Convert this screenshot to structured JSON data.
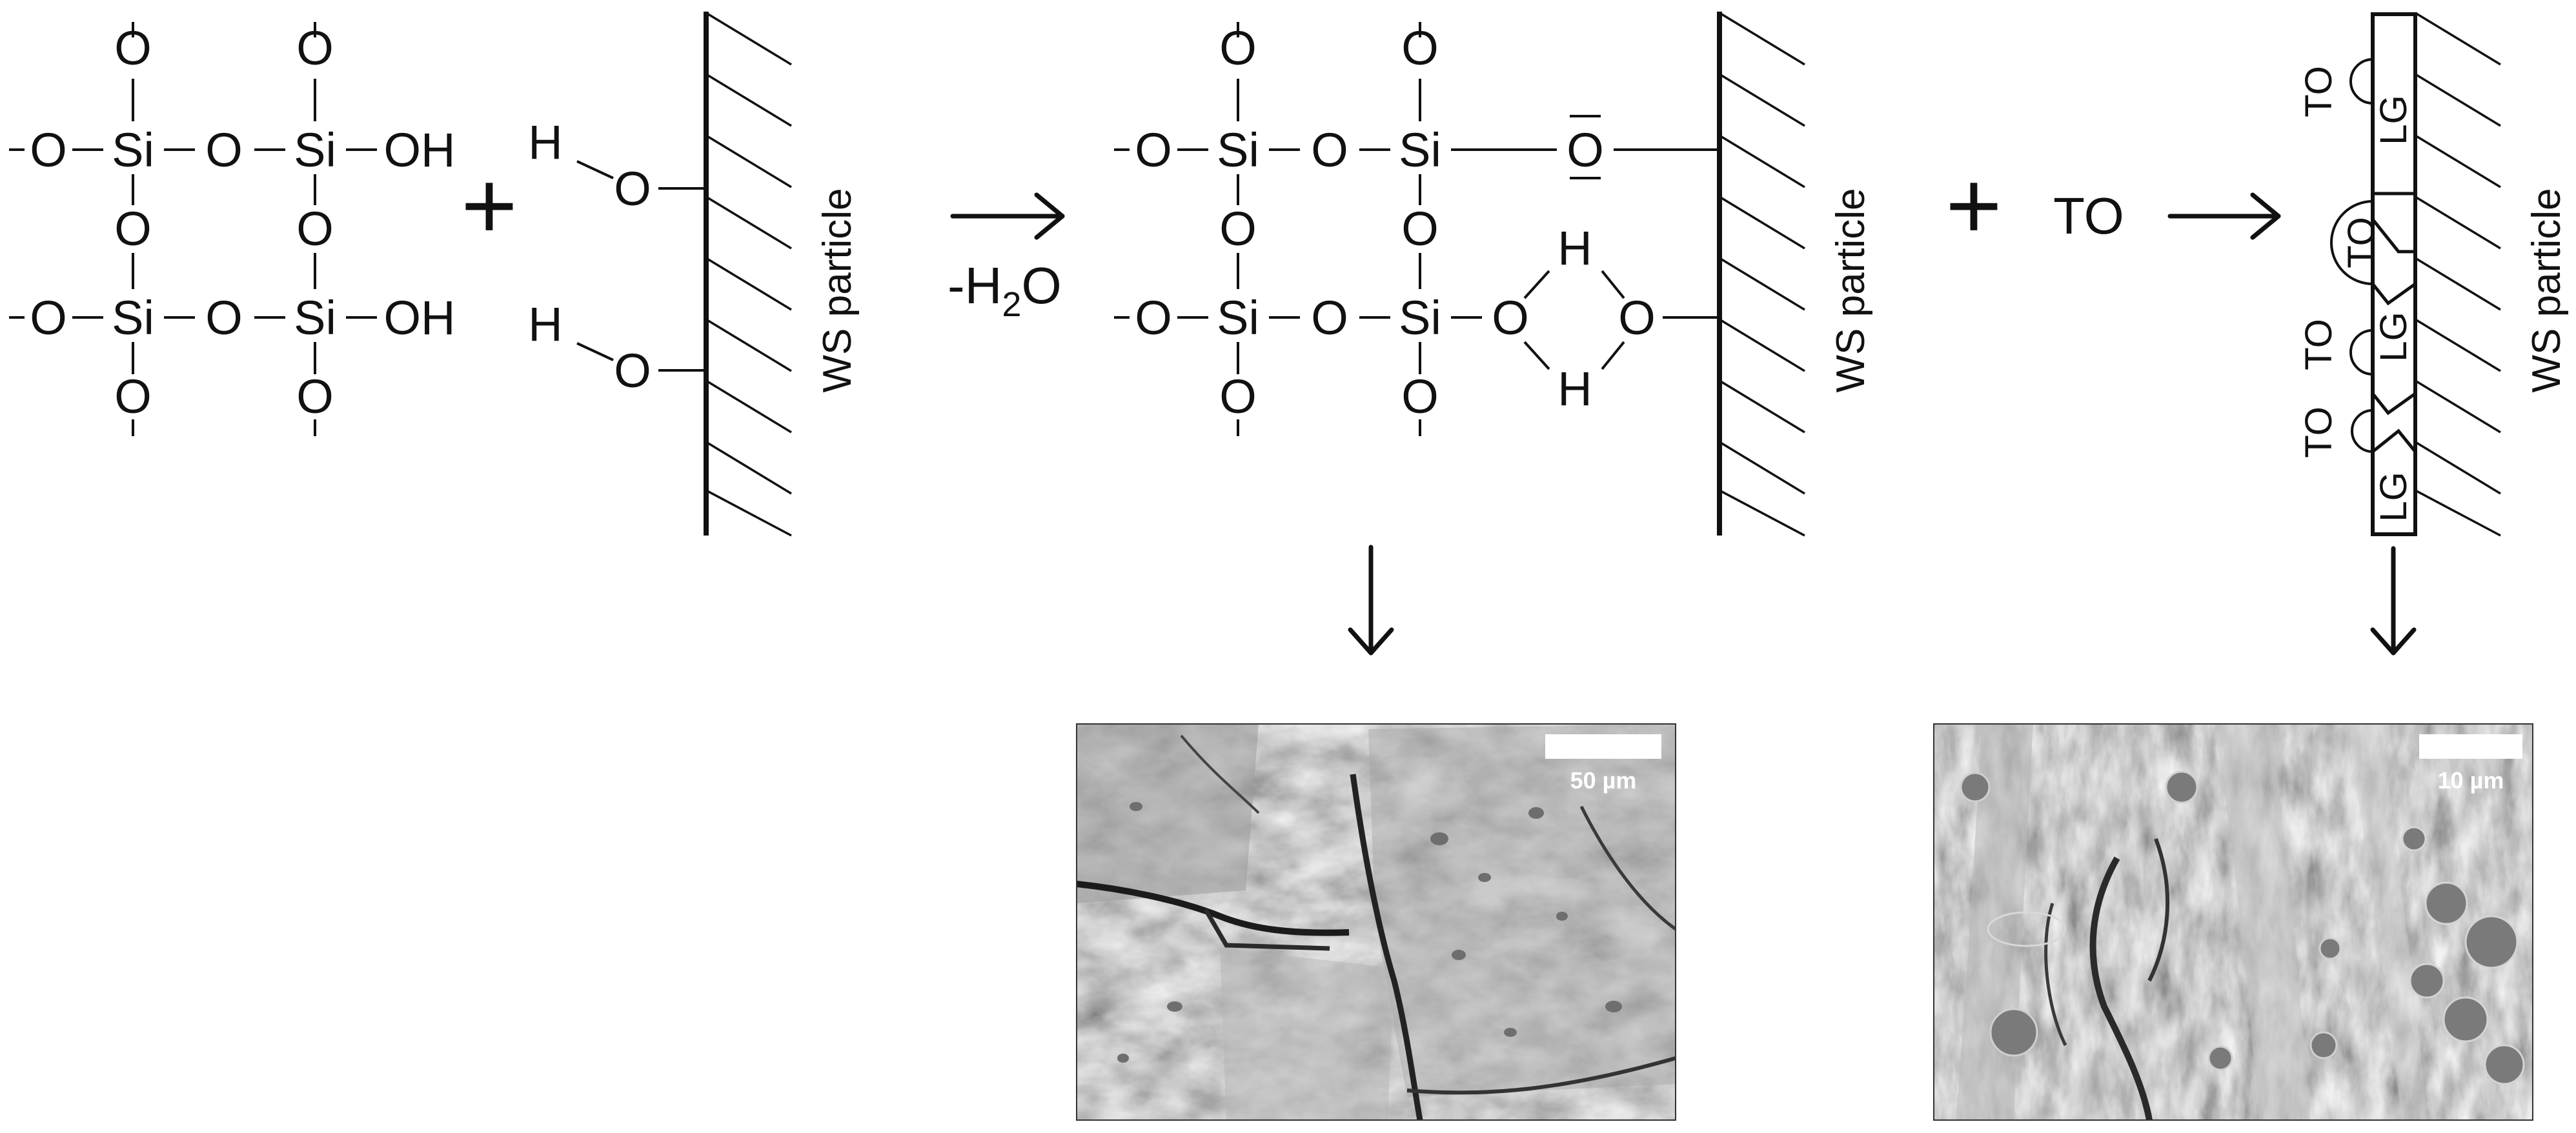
{
  "schematic": {
    "atoms": {
      "oxygen": "O",
      "silicon": "Si",
      "hydroxyl": "OH",
      "hydrogen": "H",
      "oxygen_anion": "O"
    },
    "plus_sign": "+",
    "condensation_label_prefix": "-H",
    "condensation_label_subscript": "2",
    "condensation_label_suffix": "O",
    "surface_label": "WS particle",
    "tall_oil_label": "TO",
    "lignin_label": "LG"
  },
  "micrographs": [
    {
      "scale_bar_label": "50 µm"
    },
    {
      "scale_bar_label": "10 µm"
    }
  ]
}
